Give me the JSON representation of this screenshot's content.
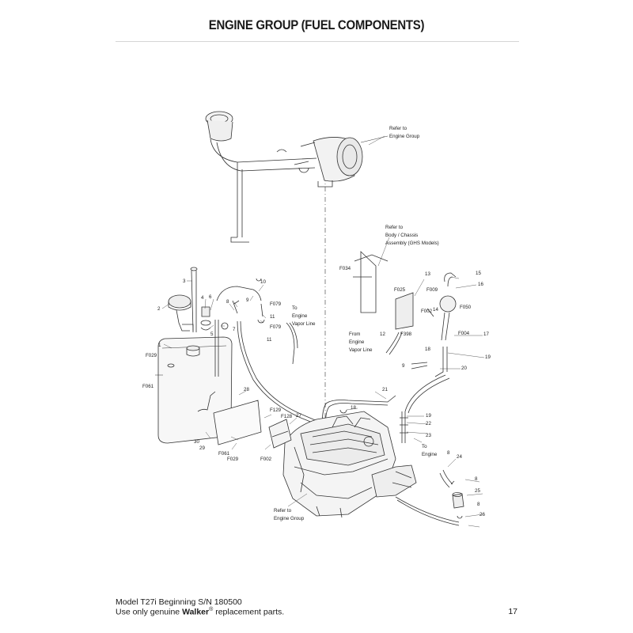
{
  "header": {
    "title": "ENGINE GROUP (FUEL COMPONENTS)"
  },
  "diagram": {
    "callouts": {
      "c1": "1",
      "c2": "2",
      "c3": "3",
      "c4": "4",
      "c5": "5",
      "c6": "6",
      "c7": "7",
      "c8": "8",
      "c9": "9",
      "c10": "10",
      "c11": "11",
      "c11b": "11",
      "c12": "12",
      "c13": "13",
      "c14": "14",
      "c15": "15",
      "c16": "16",
      "c17": "17",
      "c18": "18",
      "c18b": "18",
      "c19": "19",
      "c19b": "19",
      "c20": "20",
      "c21": "21",
      "c22": "22",
      "c23": "23",
      "c24": "24",
      "c25": "25",
      "c26": "26",
      "c27": "27",
      "c28": "28",
      "c29": "29",
      "c30": "30",
      "c8b": "8",
      "c8c": "8",
      "c8d": "8",
      "c9b": "9",
      "f029": "F029",
      "f029b": "F029",
      "f061": "F061",
      "f061b": "F061",
      "f079": "F079",
      "f079b": "F079",
      "f034": "F034",
      "f025": "F025",
      "f009": "F009",
      "f002": "F002",
      "f002b": "F002",
      "f050": "F050",
      "f004": "F004",
      "f398": "F398",
      "f128": "F128",
      "f129": "F129"
    },
    "notes": {
      "refer_engine_top_1": "Refer to",
      "refer_engine_top_2": "Engine Group",
      "refer_body_1": "Refer to",
      "refer_body_2": "Body / Chassis",
      "refer_body_3": "Assembly (GHS Models)",
      "to_vapor_1": "To",
      "to_vapor_2": "Engine",
      "to_vapor_3": "Vapor Line",
      "from_vapor_1": "From",
      "from_vapor_2": "Engine",
      "from_vapor_3": "Vapor Line",
      "to_engine_1": "To",
      "to_engine_2": "Engine",
      "refer_engine_bottom_1": "Refer to",
      "refer_engine_bottom_2": "Engine Group"
    }
  },
  "footer": {
    "model": "Model T27i Beginning S/N 180500",
    "note_prefix": "Use only genuine ",
    "brand": "Walker",
    "registered": "®",
    "note_suffix": " replacement parts.",
    "page_number": "17"
  }
}
